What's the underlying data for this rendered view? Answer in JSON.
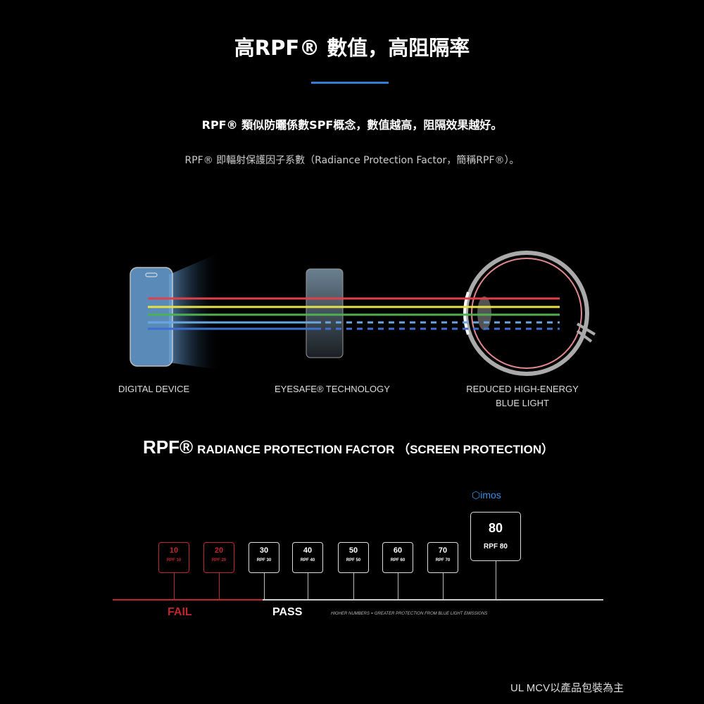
{
  "header": {
    "title": "高RPF® 數值，高阻隔率",
    "subtitle": "RPF® 類似防曬係數SPF概念，數值越高，阻隔效果越好。",
    "description": "RPF® 即輻射保護因子系數（Radiance Protection Factor，簡稱RPF®）。",
    "accent_color": "#2f7fd6"
  },
  "diagram": {
    "labels": {
      "device": "DIGITAL DEVICE",
      "filter": "EYESAFE® TECHNOLOGY",
      "eye_line1": "REDUCED HIGH-ENERGY",
      "eye_line2": "BLUE LIGHT"
    },
    "rays": [
      {
        "color": "#e0404a",
        "blocked": false
      },
      {
        "color": "#e8e04a",
        "blocked": false
      },
      {
        "color": "#4fb050",
        "blocked": false
      },
      {
        "color": "#6aa6e0",
        "blocked": true
      },
      {
        "color": "#3c6fd0",
        "blocked": true
      }
    ]
  },
  "scale": {
    "heading_big": "RPF®",
    "heading_rest": "RADIANCE PROTECTION FACTOR （SCREEN PROTECTION）",
    "brand": "imos",
    "badges": [
      {
        "num": "10",
        "cap": "RPF 10",
        "fail": true
      },
      {
        "num": "20",
        "cap": "RPF 20",
        "fail": true
      },
      {
        "num": "30",
        "cap": "RPF 30",
        "fail": false
      },
      {
        "num": "40",
        "cap": "RPF 40",
        "fail": false
      },
      {
        "num": "50",
        "cap": "RPF 50",
        "fail": false
      },
      {
        "num": "60",
        "cap": "RPF 60",
        "fail": false
      },
      {
        "num": "70",
        "cap": "RPF 70",
        "fail": false
      }
    ],
    "top_badge": {
      "num": "80",
      "cap": "RPF 80"
    },
    "fail_label": "FAIL",
    "pass_label": "PASS",
    "note": "HIGHER NUMBERS = GREATER PROTECTION FROM BLUE LIGHT EMISSIONS",
    "fail_color": "#c0272d"
  },
  "footer": {
    "note": "UL MCV以產品包裝為主"
  }
}
